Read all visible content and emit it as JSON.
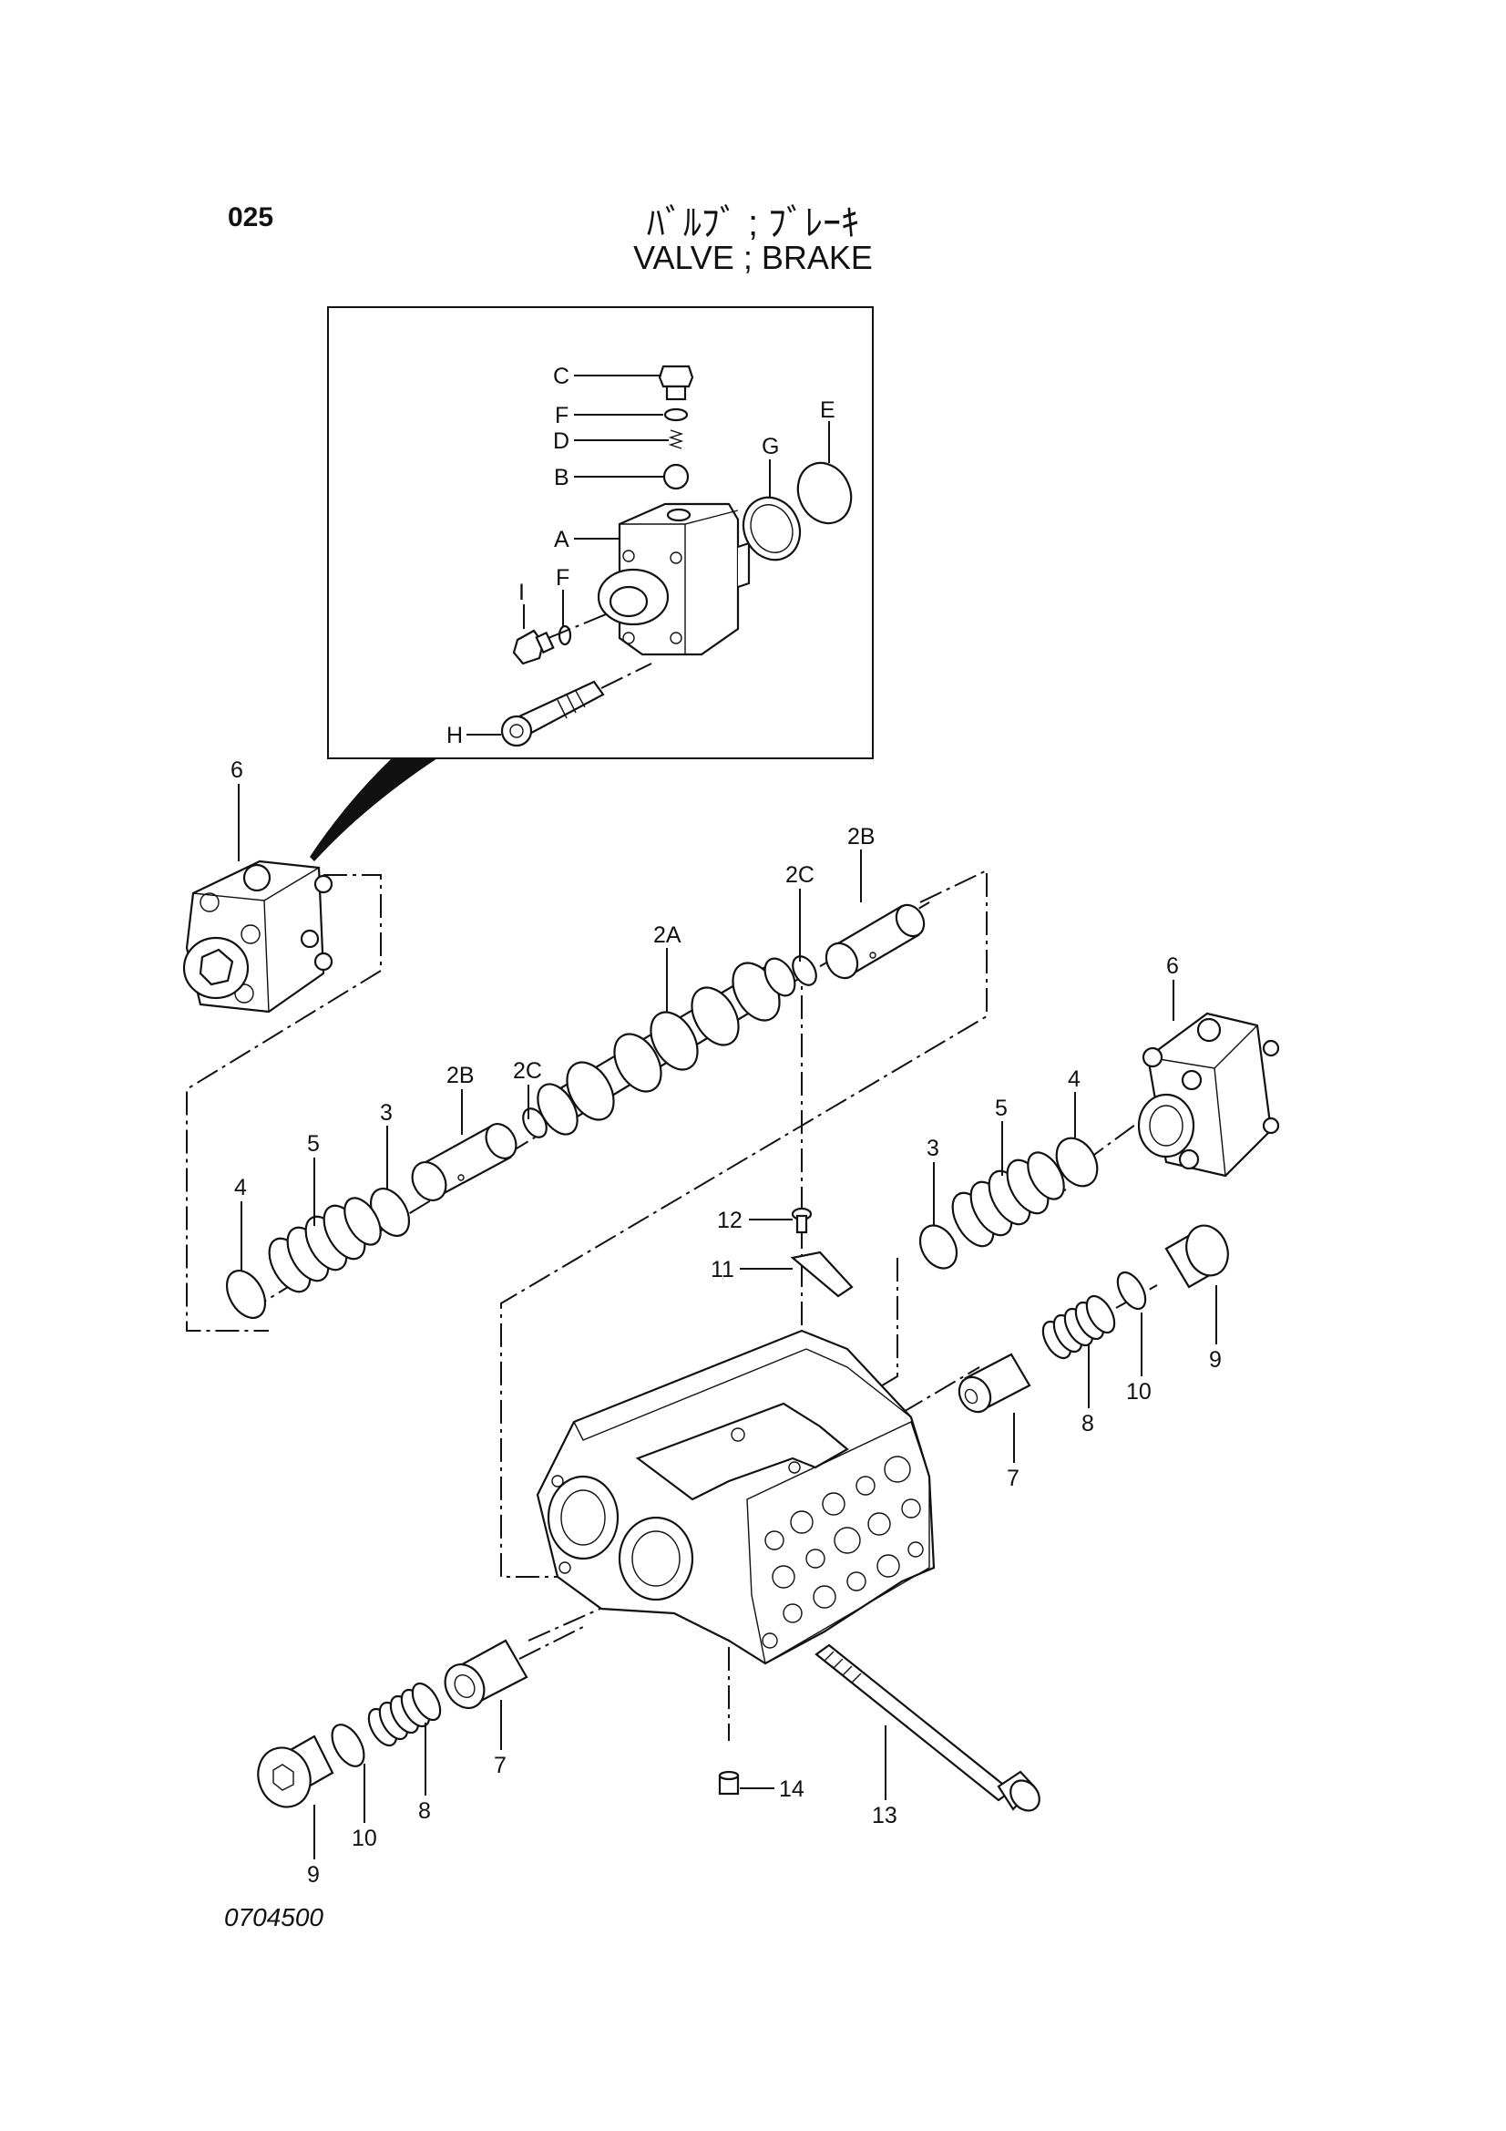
{
  "header": {
    "page_number": "025",
    "title_jp": "ﾊﾞﾙﾌﾞ ; ﾌﾞﾚｰｷ",
    "title_en": "VALVE ; BRAKE"
  },
  "footer": {
    "drawing_number": "0704500"
  },
  "callouts": {
    "detail": [
      "C",
      "F",
      "D",
      "B",
      "G",
      "E",
      "A",
      "I",
      "F",
      "H"
    ],
    "main": [
      "6",
      "2B",
      "2C",
      "2A",
      "2C",
      "2B",
      "3",
      "5",
      "4",
      "6",
      "4",
      "5",
      "3",
      "12",
      "11",
      "9",
      "10",
      "8",
      "7",
      "7",
      "8",
      "10",
      "9",
      "14",
      "13"
    ]
  }
}
